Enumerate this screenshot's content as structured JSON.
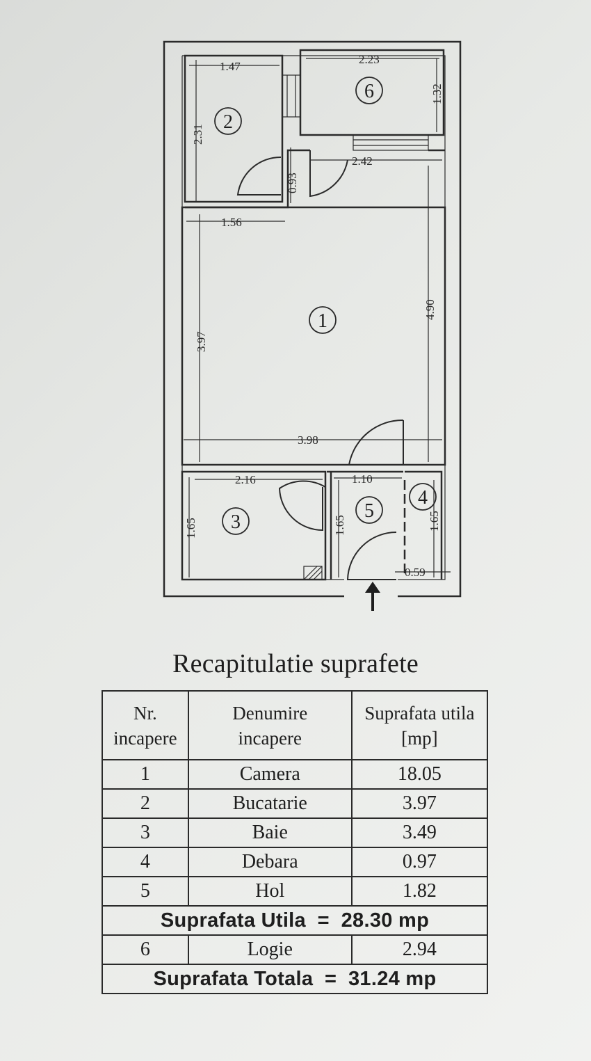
{
  "plan": {
    "room_numbers": [
      "1",
      "2",
      "3",
      "4",
      "5",
      "6"
    ],
    "dimensions": {
      "room2_width": "1.47",
      "room2_height": "2.31",
      "room6_width": "2.23",
      "room6_height": "1.32",
      "kitchen_door": "0.93",
      "opening_width": "2.42",
      "room1_top_width": "1.56",
      "room1_height_left": "3.97",
      "room1_height_right": "4.90",
      "room1_width": "3.98",
      "room3_width": "2.16",
      "room3_height": "1.65",
      "hall_width": "1.10",
      "hall_height": "1.65",
      "closet_height": "1.65",
      "closet_width": "0.59"
    },
    "entrance_arrow_icon": "arrow-up-icon"
  },
  "summary": {
    "title": "Recapitulatie suprafete",
    "headers": {
      "nr_line1": "Nr.",
      "nr_line2": "incapere",
      "name_line1": "Denumire",
      "name_line2": "incapere",
      "area_line1": "Suprafata utila",
      "area_line2": "[mp]"
    },
    "rows": [
      {
        "nr": "1",
        "name": "Camera",
        "area": "18.05"
      },
      {
        "nr": "2",
        "name": "Bucatarie",
        "area": "3.97"
      },
      {
        "nr": "3",
        "name": "Baie",
        "area": "3.49"
      },
      {
        "nr": "4",
        "name": "Debara",
        "area": "0.97"
      },
      {
        "nr": "5",
        "name": "Hol",
        "area": "1.82"
      }
    ],
    "useful_total": "Suprafata Utila  =  28.30 mp",
    "loggia": {
      "nr": "6",
      "name": "Logie",
      "area": "2.94"
    },
    "grand_total": "Suprafata Totala  =  31.24 mp"
  }
}
